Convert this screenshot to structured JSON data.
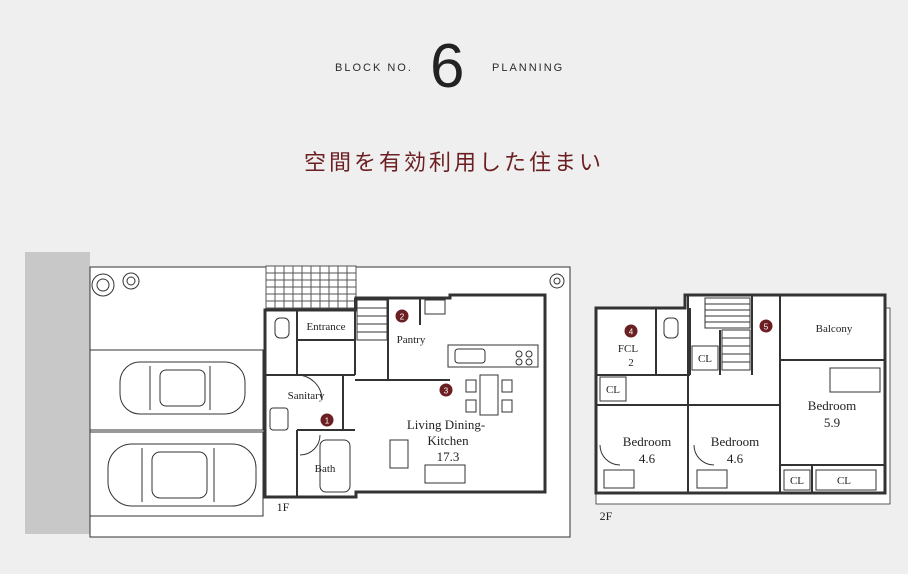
{
  "header": {
    "block_prefix": "BLOCK NO.",
    "block_number": "6",
    "block_suffix": "PLANNING"
  },
  "headline": "空間を有効利用した住まい",
  "floor1": {
    "label": "1F",
    "rooms": {
      "entrance": "Entrance",
      "pantry": "Pantry",
      "sanitary": "Sanitary",
      "bath": "Bath",
      "ldk_line1": "Living Dining-",
      "ldk_line2": "Kitchen",
      "ldk_size": "17.3"
    },
    "markers": [
      "1",
      "2",
      "3"
    ]
  },
  "floor2": {
    "label": "2F",
    "rooms": {
      "fcl": "FCL",
      "fcl_size": "2",
      "cl_a": "CL",
      "cl_b": "CL",
      "cl_c": "CL",
      "cl_d": "CL",
      "balcony": "Balcony",
      "bedroom_a": "Bedroom",
      "bedroom_a_size": "4.6",
      "bedroom_b": "Bedroom",
      "bedroom_b_size": "4.6",
      "bedroom_c": "Bedroom",
      "bedroom_c_size": "5.9"
    },
    "markers": [
      "4",
      "5"
    ]
  },
  "colors": {
    "accent": "#6b1f22",
    "line": "#333333",
    "pavement": "#c8c8c8"
  }
}
